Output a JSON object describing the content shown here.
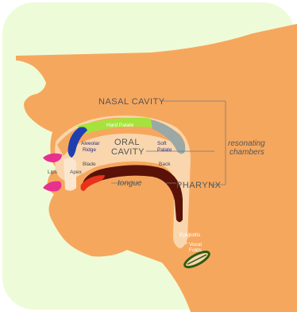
{
  "labels": {
    "nasal_cavity": "NASAL CAVITY",
    "oral_cavity_line1": "ORAL",
    "oral_cavity_line2": "CAVITY",
    "pharynx": "PHARYNX",
    "resonating_line1": "resonating",
    "resonating_line2": "chambers",
    "hard_palate": "Hard Palate",
    "alveolar_line1": "Alveolar",
    "alveolar_line2": "Ridge",
    "soft_line1": "Soft",
    "soft_line2": "Palate",
    "lips": "Lips",
    "apex": "Apex",
    "blade": "Blade",
    "back": "Back",
    "tongue": "tongue",
    "epiglottis": "Epiglottis",
    "vocal_line1": "Vocal",
    "vocal_line2": "Folds"
  },
  "colors": {
    "background": "#eefbd8",
    "skin": "#f6a75e",
    "hard_palate": "#a5e33c",
    "alveolar_ridge": "#1f3fae",
    "soft_palate": "#9aa8a6",
    "lips": "#e8308f",
    "tongue": "#5a1208",
    "tongue_tip": "#e8321a",
    "vocal_folds": "#2e5c10"
  }
}
